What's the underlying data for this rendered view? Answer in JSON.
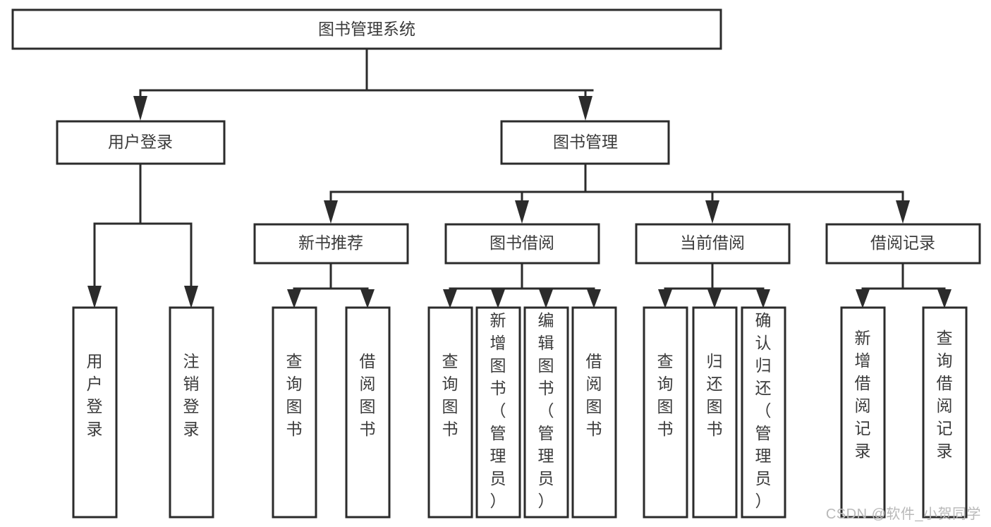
{
  "diagram": {
    "title": "图书管理系统",
    "type": "tree-hierarchy-functional-structure",
    "watermark": "CSDN @软件_小贺同学",
    "colors": {
      "box_fill": "#ffffff",
      "box_stroke": "#2b2b2b",
      "text": "#3b3b3b",
      "background": "#ffffff",
      "watermark": "#b9b9b9"
    },
    "root": {
      "label": "图书管理系统",
      "orientation": "horizontal"
    },
    "level2": [
      {
        "label": "用户登录",
        "orientation": "horizontal"
      },
      {
        "label": "图书管理",
        "orientation": "horizontal"
      }
    ],
    "level3": [
      {
        "label": "新书推荐",
        "orientation": "horizontal"
      },
      {
        "label": "图书借阅",
        "orientation": "horizontal"
      },
      {
        "label": "当前借阅",
        "orientation": "horizontal"
      },
      {
        "label": "借阅记录",
        "orientation": "horizontal"
      }
    ],
    "leaves": {
      "user_login": [
        {
          "label": "用户登录",
          "orientation": "vertical"
        },
        {
          "label": "注销登录",
          "orientation": "vertical"
        }
      ],
      "new_book_recommend": [
        {
          "label": "查询图书",
          "orientation": "vertical"
        },
        {
          "label": "借阅图书",
          "orientation": "vertical"
        }
      ],
      "book_borrow": [
        {
          "label": "查询图书",
          "orientation": "vertical"
        },
        {
          "label": "新增图书（管理员）",
          "orientation": "vertical"
        },
        {
          "label": "编辑图书（管理员）",
          "orientation": "vertical"
        },
        {
          "label": "借阅图书",
          "orientation": "vertical"
        }
      ],
      "current_borrow": [
        {
          "label": "查询图书",
          "orientation": "vertical"
        },
        {
          "label": "归还图书",
          "orientation": "vertical"
        },
        {
          "label": "确认归还（管理员）",
          "orientation": "vertical"
        }
      ],
      "borrow_record": [
        {
          "label": "新增借阅记录",
          "orientation": "vertical"
        },
        {
          "label": "查询借阅记录",
          "orientation": "vertical"
        }
      ]
    }
  }
}
